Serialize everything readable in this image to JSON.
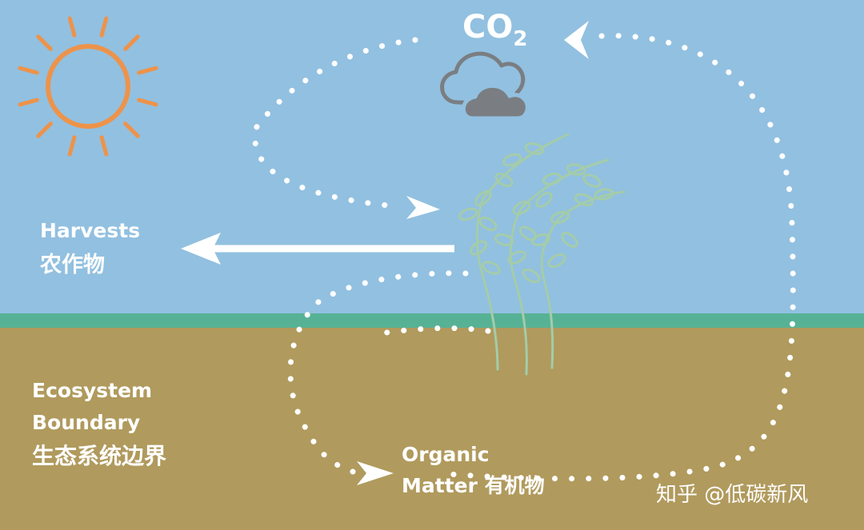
{
  "co2": {
    "main": "CO",
    "sub": "2"
  },
  "harvests": {
    "en": "Harvests",
    "zh": "农作物"
  },
  "ecosystem": {
    "line1": "Ecosystem",
    "line2": "Boundary",
    "zh": "生态系统边界"
  },
  "organic": {
    "line1": "Organic",
    "line2": "Matter 有机物"
  },
  "watermark": "知乎 @低碳新风",
  "colors": {
    "sky": "#92c0e0",
    "soil": "#b09a5d",
    "grass_strip": "#57b295",
    "sun": "#ed934a",
    "cloud": "#7a7e82",
    "plant": "#a4cca9",
    "path": "#ffffff"
  },
  "icons": [
    "sun-icon",
    "cloud-icon",
    "plant-icon",
    "arrow-icon"
  ]
}
